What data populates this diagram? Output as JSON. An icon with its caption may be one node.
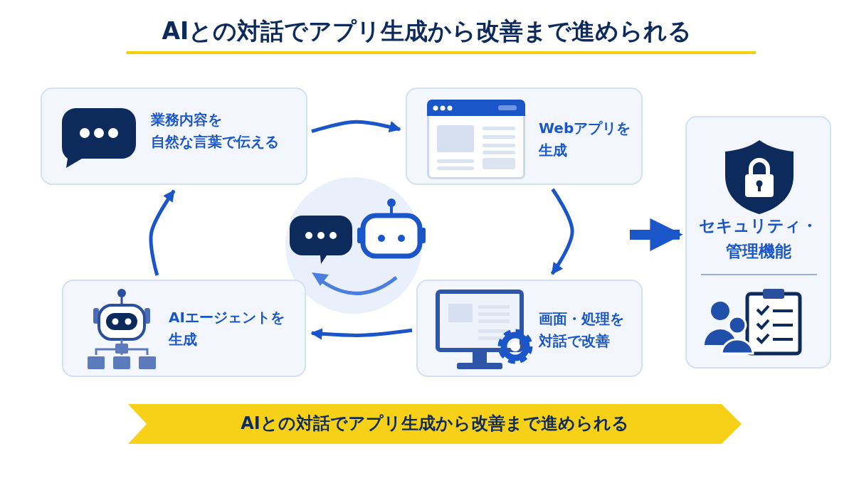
{
  "diagram": {
    "title": "AIとの対話でアプリ生成から改善まで進められる",
    "nodes": [
      {
        "text": [
          "業務内容を自然な言葉で伝える"
        ]
      },
      {
        "text": [
          "Webアプリを生成"
        ]
      },
      {
        "text": [
          "画面・処理を対話で改善"
        ]
      },
      {
        "text": [
          "AIエージェントを生成"
        ]
      },
      {
        "text": [
          "セキュリティ・管理機能"
        ]
      },
      {
        "text": [
          "AIとの対話でアプリ生成から改善まで進められる"
        ]
      }
    ],
    "edges": [
      {
        "from": 0,
        "to": 1,
        "arrow": "to"
      },
      {
        "from": 1,
        "to": 2,
        "arrow": "to"
      },
      {
        "from": 2,
        "to": 3,
        "arrow": "to"
      },
      {
        "from": 3,
        "to": 0,
        "arrow": "to"
      },
      {
        "from": null,
        "to": 4,
        "arrow": "to",
        "style": "thick"
      }
    ]
  }
}
